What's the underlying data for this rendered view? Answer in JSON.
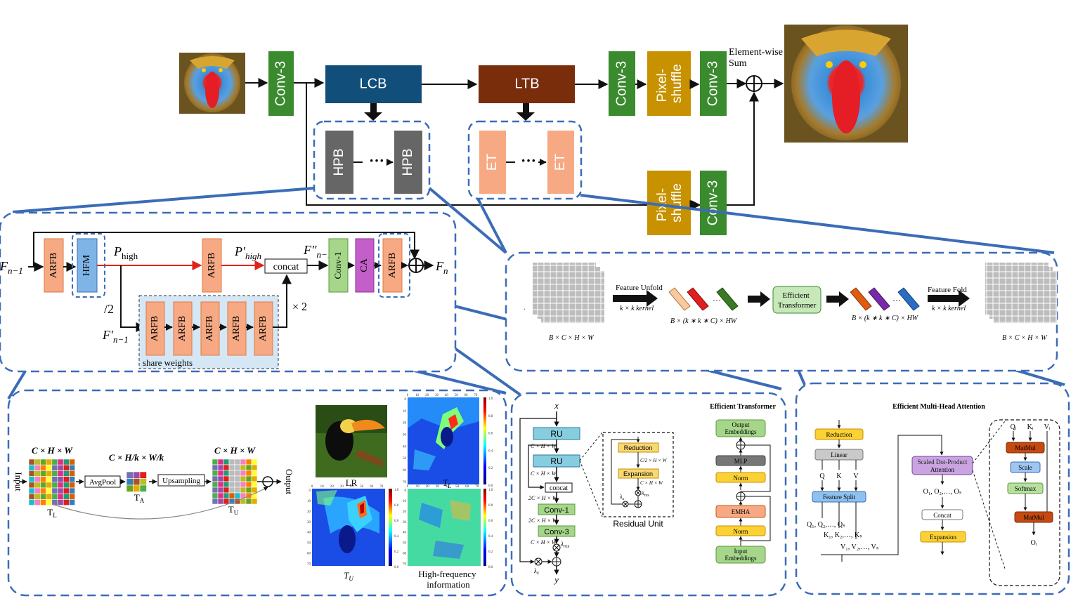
{
  "top": {
    "conv3": "Conv-3",
    "lcb": "LCB",
    "ltb": "LTB",
    "hpb": "HPB",
    "et": "ET",
    "pixel_shuffle": [
      "Pixel-",
      "shuffle"
    ],
    "element_wise_sum": [
      "Element-wise",
      "Sum"
    ],
    "colors": {
      "conv": "#3a8a2e",
      "lcb": "#114e7a",
      "ltb": "#7a2d0a",
      "hpb": "#666666",
      "et": "#f6a983",
      "pixel": "#c79100",
      "dash": "#3b6cb8",
      "arrow": "#111111"
    }
  },
  "hpb_detail": {
    "f_in": "F",
    "f_in_sub": "n−1",
    "arfb": "ARFB",
    "hfm": "HFM",
    "p_high": "P",
    "p_high_sub": "high",
    "p_high_prime": "P′",
    "p_high_prime_sub": "high",
    "concat": "concat",
    "f_dprime": "F″",
    "f_dprime_sub": "n−1",
    "conv1": "Conv-1",
    "ca": "CA",
    "f_out": "F",
    "f_out_sub": "n",
    "half": "/2",
    "f_prime": "F′",
    "f_prime_sub": "n−1",
    "times2": "× 2",
    "share_weights": "share weights"
  },
  "et_detail": {
    "feature_unfold": "Feature Unfold",
    "kernel": "k × k kernel",
    "unfold_dims": "B × (k ∗ k ∗ C) × HW",
    "efficient_transformer": [
      "Efficient",
      "Transformer"
    ],
    "feature_fold": "Feature Fold",
    "input_dims": "B × C × H × W",
    "output_dims": "B × C × H × W"
  },
  "hfm_detail": {
    "input": "Input",
    "output": "Output",
    "chw": "C × H × W",
    "chw_k": "C × H/k × W/k",
    "avgpool": "AvgPool",
    "upsampling": "Upsampling",
    "tl": "T",
    "tl_sub": "L",
    "ta": "T",
    "ta_sub": "A",
    "tu": "T",
    "tu_sub": "U",
    "lr": "LR",
    "t_l_img": "T",
    "t_u_img": "T",
    "high_freq": [
      "High-frequency",
      "information"
    ],
    "x_ticks": [
      "0",
      "10",
      "20",
      "30",
      "40",
      "50",
      "60",
      "70"
    ],
    "y_ticks": [
      "0",
      "10",
      "20",
      "30",
      "40",
      "50",
      "60",
      "70"
    ],
    "cbar_ticks": [
      "1.0",
      "0.8",
      "0.6",
      "0.4",
      "0.2",
      "0.0"
    ]
  },
  "arfb_detail": {
    "x": "x",
    "y": "y",
    "ru": "RU",
    "chw": "C × H × W",
    "concat": "concat",
    "c2hw": "2C × H × W",
    "conv1": "Conv-1",
    "conv3": "Conv-3",
    "lambda_res": "λ",
    "lambda_res_sub": "res",
    "lambda_x": "λ",
    "lambda_x_sub": "x",
    "reduction": "Reduction",
    "c2": "C/2 × H × W",
    "expansion": "Expansion",
    "residual_unit": "Residual Unit",
    "et_title": "Efficient Transformer",
    "output_emb": [
      "Output",
      "Embeddings"
    ],
    "mlp": "MLP",
    "norm": "Norm",
    "emha": "EMHA",
    "input_emb": [
      "Input",
      "Embeddings"
    ]
  },
  "emha_detail": {
    "title": "Efficient Multi-Head Attention",
    "reduction": "Reduction",
    "linear": "Linear",
    "q": "Q",
    "k": "K",
    "v": "V",
    "feature_split": "Feature Split",
    "q_list": "Q₁, Q₂,…, Qₛ",
    "k_list": "K₁, K₂,…, Kₛ",
    "v_list": "V₁, V₂,…, Vₛ",
    "sdpa": [
      "Scaled Dot-Product",
      "Attention"
    ],
    "o_list": "O₁, O₂,…, Oₛ",
    "concat": "Concat",
    "expansion": "Expansion",
    "qi": "Qᵢ",
    "ki": "Kᵢ",
    "vi": "Vᵢ",
    "matmul": "MatMul",
    "scale": "Scale",
    "softmax": "Softmax",
    "oi": "Oᵢ"
  }
}
